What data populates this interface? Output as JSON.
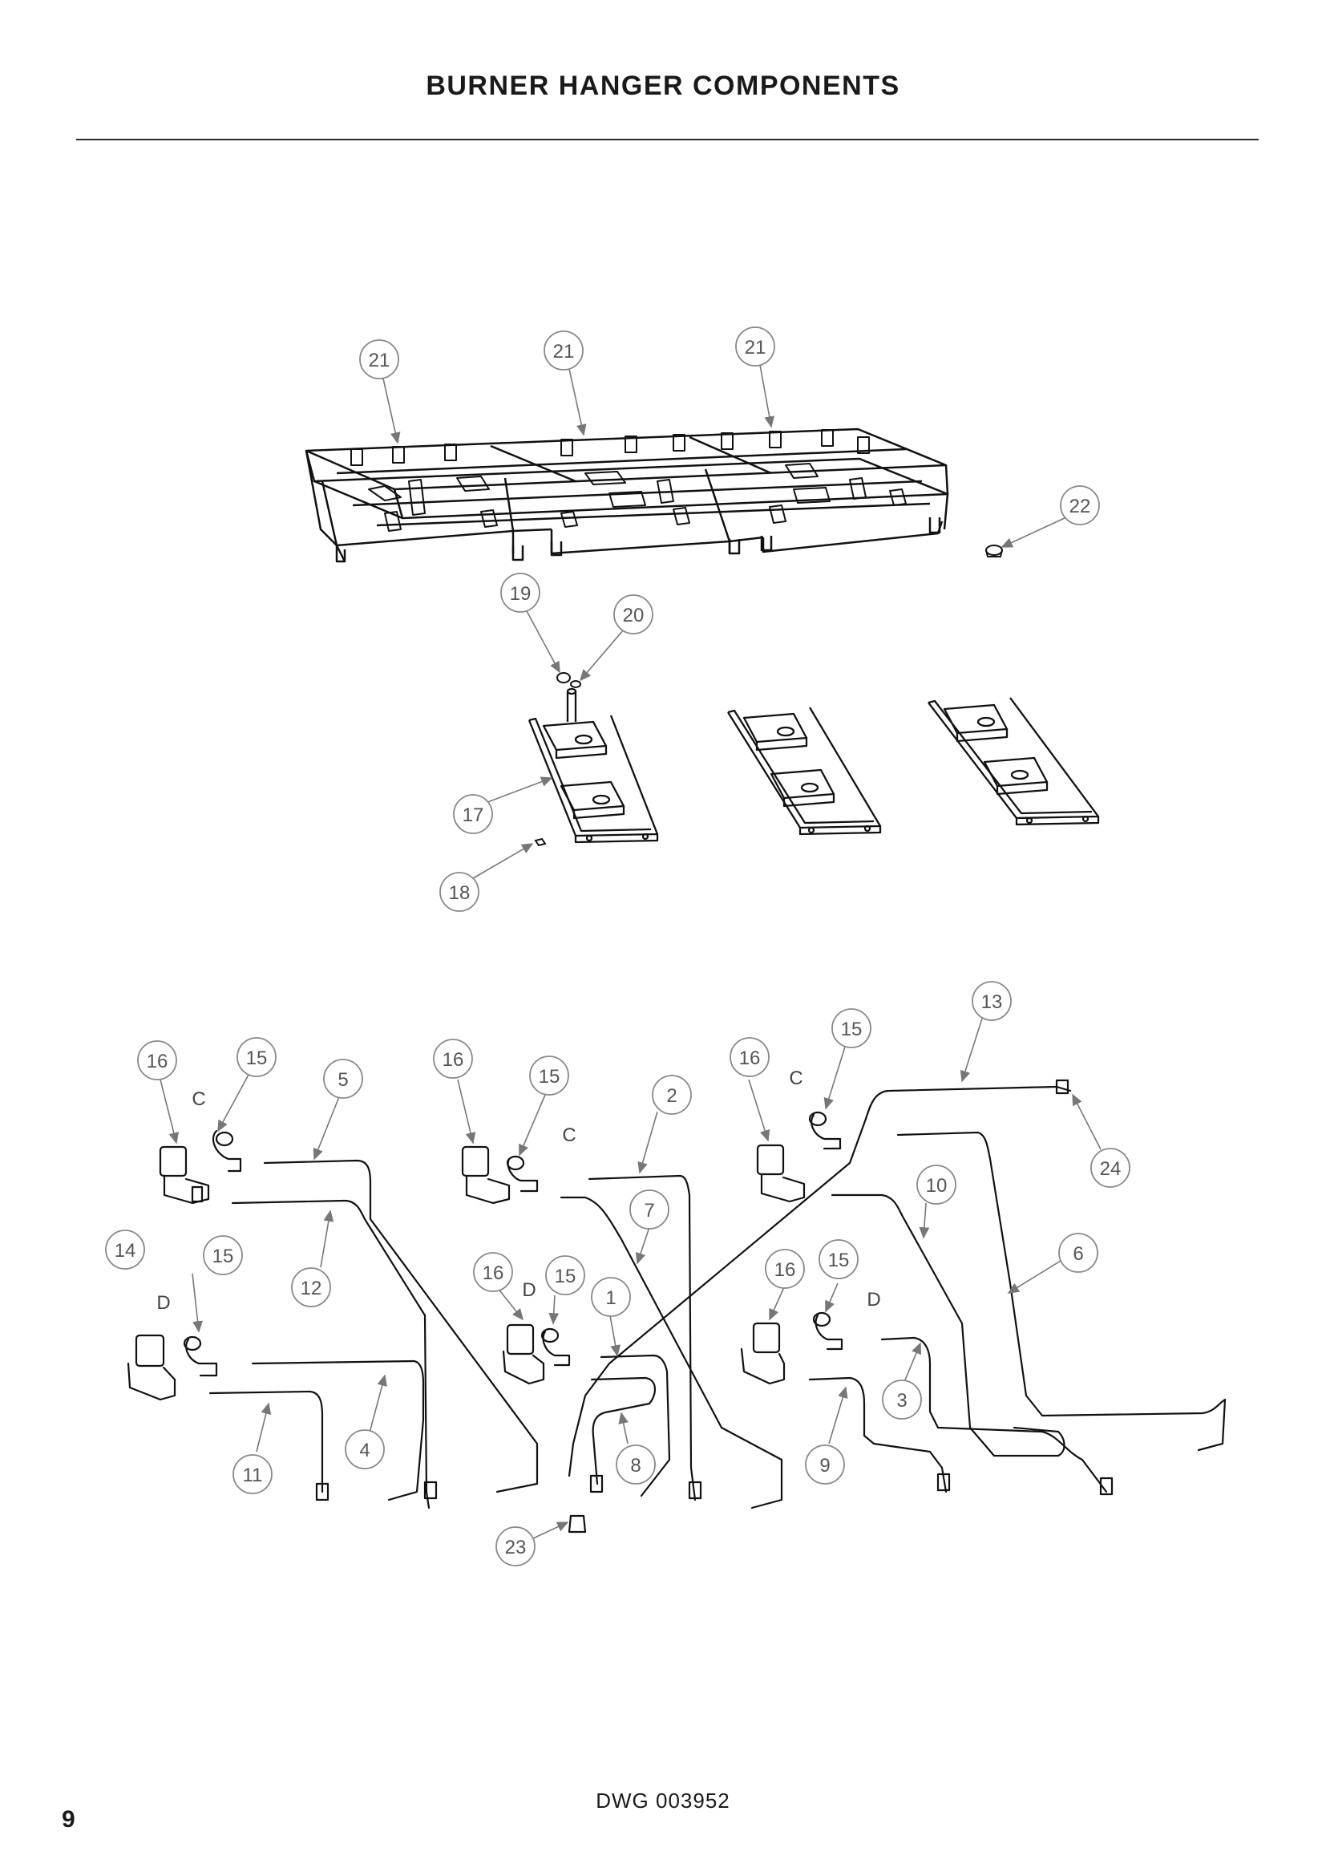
{
  "header": {
    "title": "BURNER HANGER COMPONENTS"
  },
  "footer": {
    "drawing_number": "DWG 003952",
    "page_number": "9"
  },
  "callouts": [
    {
      "id": "c21a",
      "label": "21"
    },
    {
      "id": "c21b",
      "label": "21"
    },
    {
      "id": "c21c",
      "label": "21"
    },
    {
      "id": "c22",
      "label": "22"
    },
    {
      "id": "c19",
      "label": "19"
    },
    {
      "id": "c20",
      "label": "20"
    },
    {
      "id": "c17",
      "label": "17"
    },
    {
      "id": "c18",
      "label": "18"
    },
    {
      "id": "c13",
      "label": "13"
    },
    {
      "id": "c24",
      "label": "24"
    },
    {
      "id": "c16a",
      "label": "16"
    },
    {
      "id": "c15a",
      "label": "15"
    },
    {
      "id": "c5",
      "label": "5"
    },
    {
      "id": "c16b",
      "label": "16"
    },
    {
      "id": "c15b",
      "label": "15"
    },
    {
      "id": "c2",
      "label": "2"
    },
    {
      "id": "c16c",
      "label": "16"
    },
    {
      "id": "c15c",
      "label": "15"
    },
    {
      "id": "c7",
      "label": "7"
    },
    {
      "id": "c10",
      "label": "10"
    },
    {
      "id": "c6",
      "label": "6"
    },
    {
      "id": "c12",
      "label": "12"
    },
    {
      "id": "c14",
      "label": "14"
    },
    {
      "id": "c15d",
      "label": "15"
    },
    {
      "id": "c16d",
      "label": "16"
    },
    {
      "id": "c15e",
      "label": "15"
    },
    {
      "id": "c1",
      "label": "1"
    },
    {
      "id": "c16e",
      "label": "16"
    },
    {
      "id": "c15f",
      "label": "15"
    },
    {
      "id": "c3",
      "label": "3"
    },
    {
      "id": "c4",
      "label": "4"
    },
    {
      "id": "c8",
      "label": "8"
    },
    {
      "id": "c9",
      "label": "9"
    },
    {
      "id": "c11",
      "label": "11"
    },
    {
      "id": "c23",
      "label": "23"
    }
  ],
  "letters": [
    {
      "id": "lc1",
      "label": "C"
    },
    {
      "id": "lc2",
      "label": "C"
    },
    {
      "id": "lc3",
      "label": "C"
    },
    {
      "id": "ld1",
      "label": "D"
    },
    {
      "id": "ld2",
      "label": "D"
    },
    {
      "id": "ld3",
      "label": "D"
    }
  ]
}
